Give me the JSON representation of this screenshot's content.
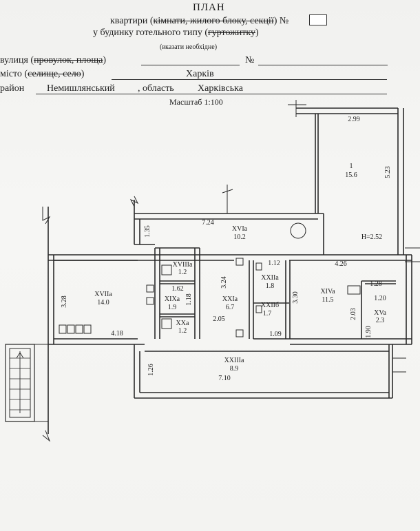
{
  "header": {
    "title": "ПЛАН",
    "line1_prefix": "квартири (",
    "line1_struck": "кімнати, жилого блоку, секції",
    "line1_suffix": ") №",
    "line2_prefix": "у будинку готельного типу (",
    "line2_struck": "гуртожитку",
    "line2_suffix": ")",
    "line2_note": "(вказати необхідне)"
  },
  "address": {
    "street_label": "вулиця (",
    "street_struck": "провулок, площа",
    "street_suffix": ")",
    "number_label": "№",
    "city_label": "місто (",
    "city_struck": "селище, село",
    "city_suffix": ")",
    "city_value": "Харків",
    "district_label": "район",
    "district_value": "Немишлянський",
    "region_label": ", область",
    "region_value": "Харківська",
    "scale": "Масштаб 1:100"
  },
  "rooms": [
    {
      "id": "room-1",
      "name": "1",
      "area": "15.6"
    },
    {
      "id": "room-xvia",
      "name": "XVIa",
      "area": "10.2"
    },
    {
      "id": "room-xviia",
      "name": "XVIIa",
      "area": "14.0"
    },
    {
      "id": "room-xviiia",
      "name": "XVIIIa",
      "area": "1.2"
    },
    {
      "id": "room-xixa",
      "name": "XIXa",
      "area": "1.9"
    },
    {
      "id": "room-xxa",
      "name": "XXa",
      "area": "1.2"
    },
    {
      "id": "room-xxia",
      "name": "XXIa",
      "area": "6.7"
    },
    {
      "id": "room-xxiia",
      "name": "XXIIa",
      "area": "1.8"
    },
    {
      "id": "room-xxiib",
      "name": "XXIIб",
      "area": "1.7"
    },
    {
      "id": "room-xiva",
      "name": "XIVa",
      "area": "11.5"
    },
    {
      "id": "room-xva",
      "name": "XVa",
      "area": "2.3"
    },
    {
      "id": "room-xxiiia",
      "name": "XXIIIa",
      "area": "8.9"
    }
  ],
  "dimensions": {
    "d299": "2.99",
    "d523": "5.23",
    "h252": "H=2.52",
    "d724": "7.24",
    "d135": "1.35",
    "d328": "3.28",
    "d418": "4.18",
    "d162": "1.62",
    "d118": "1.18",
    "d324": "3.24",
    "d205": "2.05",
    "d112": "1.12",
    "d109": "1.09",
    "d330": "3.30",
    "d426": "4.26",
    "d128": "1.28",
    "d120": "1.20",
    "d203": "2.03",
    "d190": "1.90",
    "d126": "1.26",
    "d710": "7.10"
  }
}
